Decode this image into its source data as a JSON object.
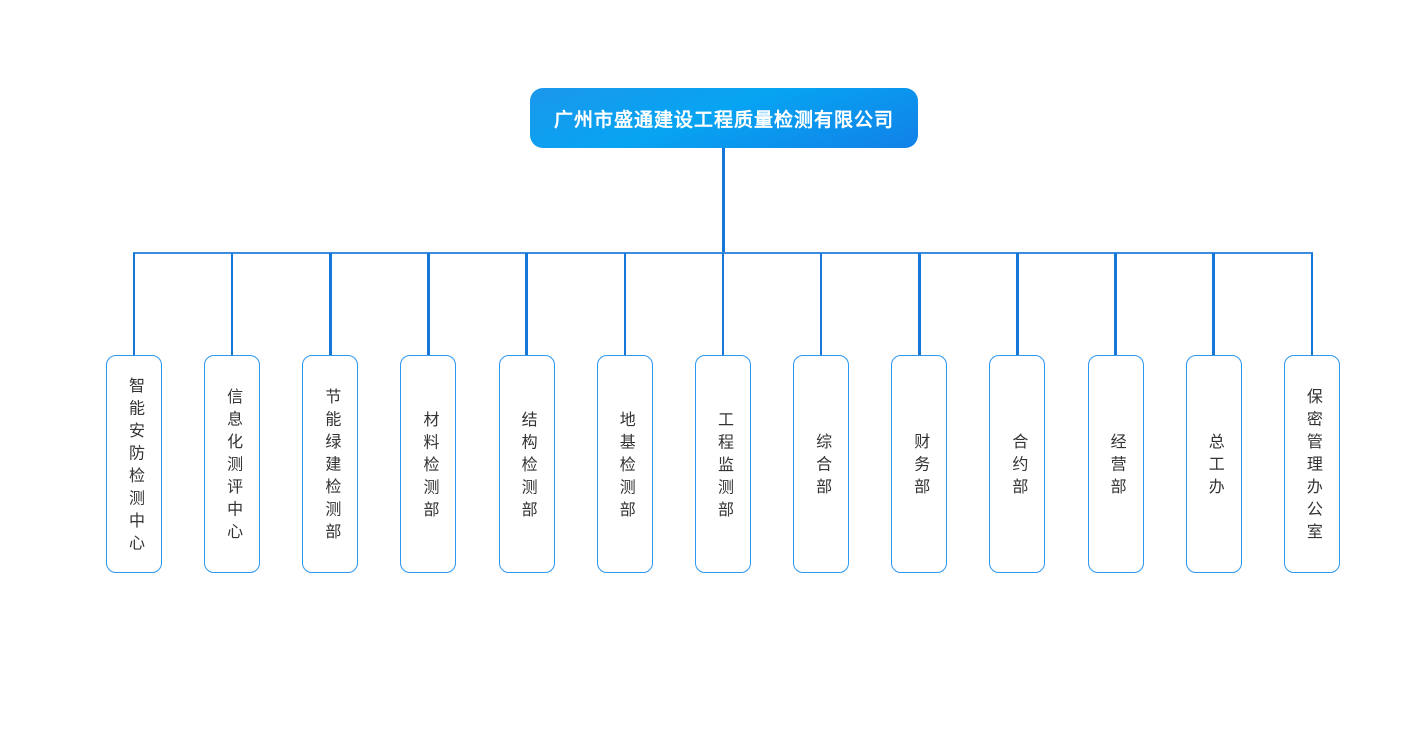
{
  "root": {
    "label": "广州市盛通建设工程质量检测有限公司"
  },
  "departments": [
    {
      "label": "智能安防检测中心"
    },
    {
      "label": "信息化测评中心"
    },
    {
      "label": "节能绿建检测部"
    },
    {
      "label": "材料检测部"
    },
    {
      "label": "结构检测部"
    },
    {
      "label": "地基检测部"
    },
    {
      "label": "工程监测部"
    },
    {
      "label": "综合部"
    },
    {
      "label": "财务部"
    },
    {
      "label": "合约部"
    },
    {
      "label": "经营部"
    },
    {
      "label": "总工办"
    },
    {
      "label": "保密管理办公室"
    }
  ],
  "colors": {
    "root_gradient_start": "#1b97ec",
    "root_gradient_mid": "#07a4f2",
    "root_gradient_end": "#1181e8",
    "root_text": "#ffffff",
    "connector": "#1677d9",
    "horizontal_bus": "#3c8ce2",
    "dept_border": "#2b97f0",
    "dept_text": "#333333",
    "background": "#ffffff"
  }
}
